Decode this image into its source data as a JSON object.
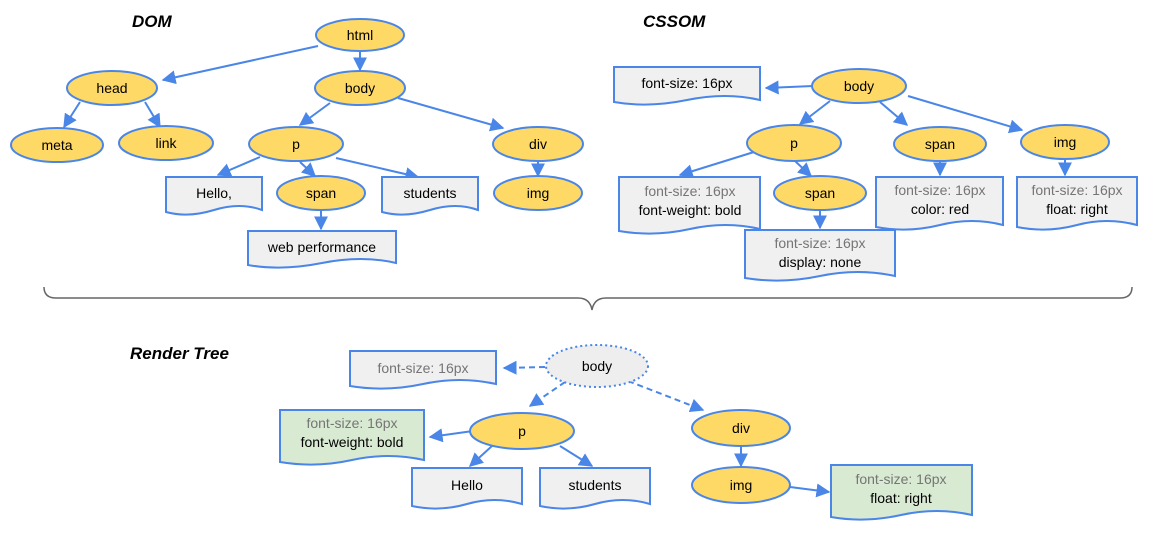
{
  "colors": {
    "node_fill": "#FFD966",
    "stroke": "#4A86E8",
    "note_fill": "#F0F0F0",
    "render_note_fill": "#D9EAD3",
    "dotted_node_fill": "#EEEEEE",
    "brace": "#666666",
    "inherited_text": "#757575"
  },
  "titles": {
    "dom": "DOM",
    "cssom": "CSSOM",
    "render": "Render Tree"
  },
  "dom": {
    "html": "html",
    "head": "head",
    "body": "body",
    "meta": "meta",
    "link": "link",
    "p": "p",
    "div": "div",
    "span": "span",
    "img": "img",
    "hello": "Hello,",
    "students": "students",
    "web_performance": "web performance"
  },
  "cssom": {
    "body": "body",
    "p": "p",
    "span": "span",
    "img": "img",
    "span2": "span",
    "body_style": "font-size: 16px",
    "p_style": [
      "font-size: 16px",
      "font-weight: bold"
    ],
    "span2_style": [
      "font-size: 16px",
      "display: none"
    ],
    "span_style": [
      "font-size: 16px",
      "color: red"
    ],
    "img_style": [
      "font-size: 16px",
      "float: right"
    ]
  },
  "render": {
    "body": "body",
    "p": "p",
    "div": "div",
    "img": "img",
    "hello": "Hello",
    "students": "students",
    "body_style": "font-size: 16px",
    "p_style": [
      "font-size: 16px",
      "font-weight: bold"
    ],
    "img_style": [
      "font-size: 16px",
      "float: right"
    ]
  }
}
